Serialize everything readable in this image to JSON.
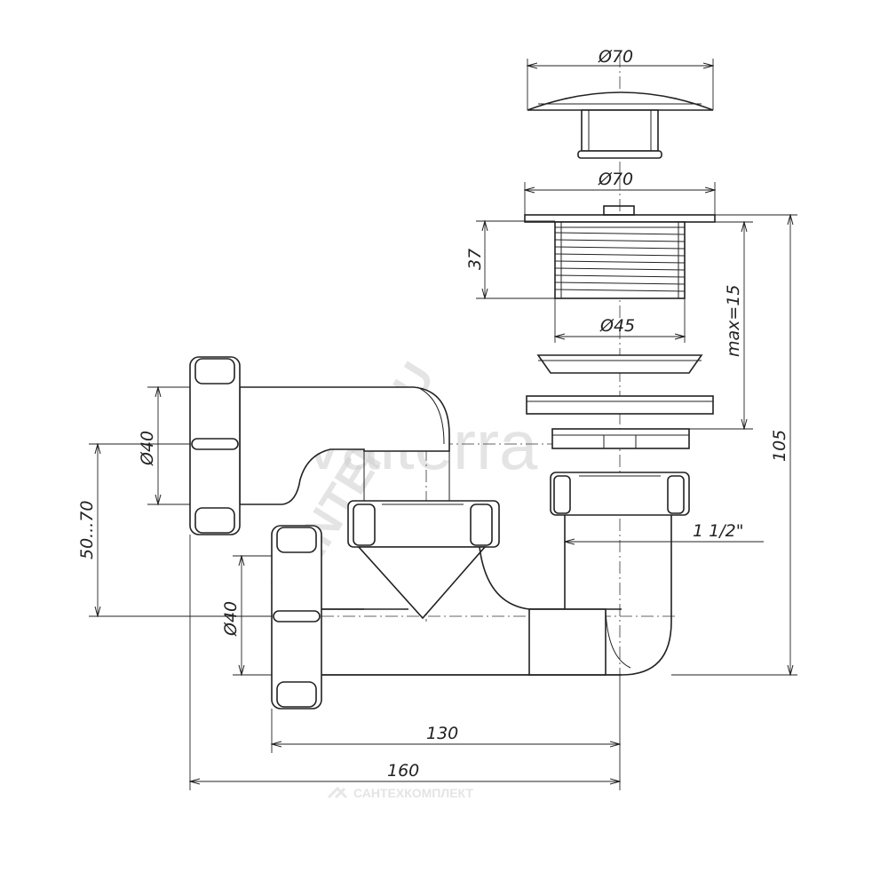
{
  "brand": {
    "logo_text": "Valterra",
    "watermark_diagonal": "SANTEH.RU",
    "watermark_footer": "САНТЕХКОМПЛЕКТ",
    "ink_color": "#222222",
    "watermark_color": "#cfcfcf"
  },
  "dimensions": {
    "plug_diameter": "Ø70",
    "flange_diameter": "Ø70",
    "thread_height": "37",
    "thread_diameter": "Ø45",
    "max_thickness": "max=15",
    "overall_height": "105",
    "upper_outlet_diameter": "Ø40",
    "lower_outlet_diameter": "Ø40",
    "offset_range": "50...70",
    "nut_thread": "1 1/2\"",
    "length_short": "130",
    "length_total": "160"
  }
}
